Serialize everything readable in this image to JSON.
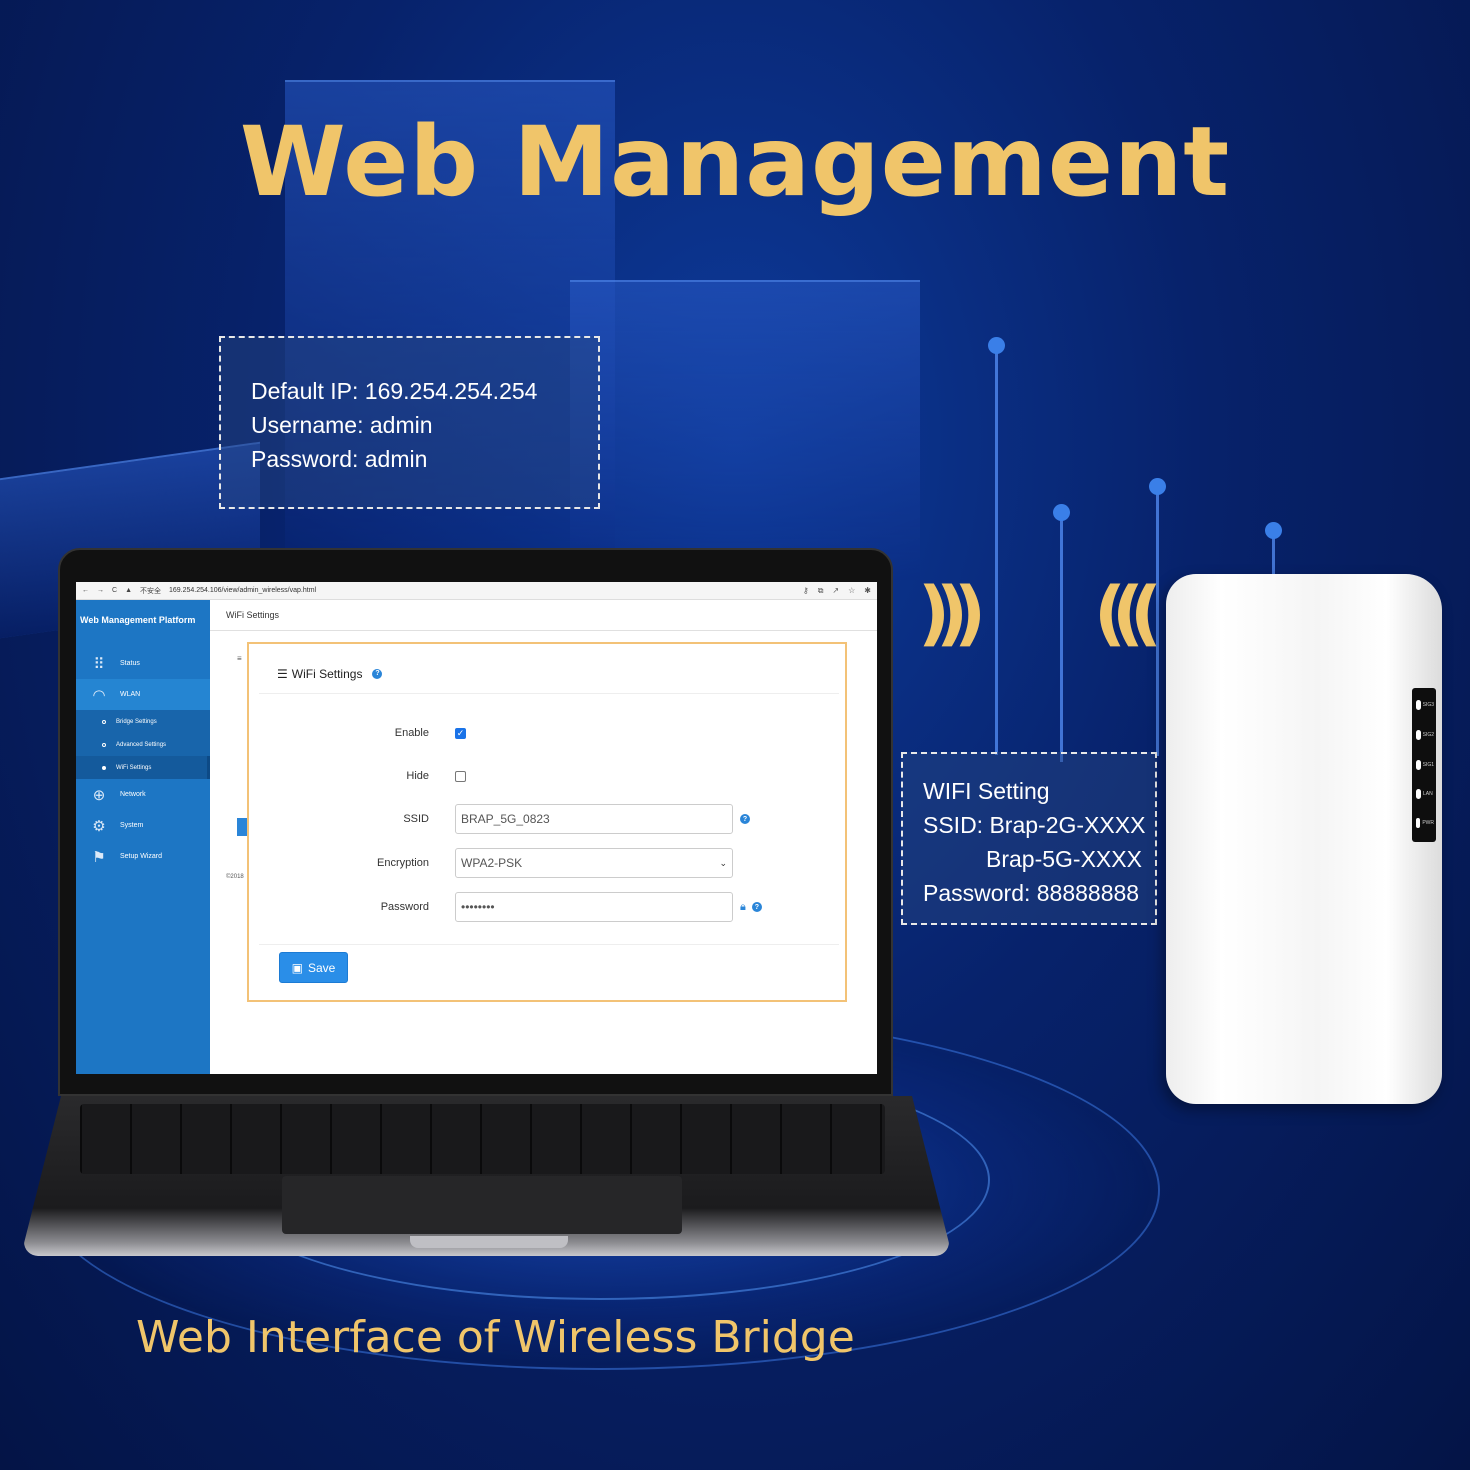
{
  "headline": "Web Management",
  "subline": "Web Interface of Wireless Bridge",
  "login_info": {
    "ip": "Default IP: 169.254.254.254",
    "username": "Username: admin",
    "password": "Password: admin"
  },
  "wifi_info": {
    "title": "WIFI Setting",
    "ssid_line1": "SSID: Brap-2G-XXXX",
    "ssid_line2": "Brap-5G-XXXX",
    "password": "Password: 88888888"
  },
  "browser": {
    "security": "不安全",
    "url": "169.254.254.106/view/admin_wireless/vap.html"
  },
  "sidebar": {
    "title": "Web Management Platform",
    "items": [
      {
        "label": "Status",
        "icon": "grid-icon"
      },
      {
        "label": "WLAN",
        "icon": "wifi-icon"
      },
      {
        "label": "Network",
        "icon": "globe-icon"
      },
      {
        "label": "System",
        "icon": "gear-icon"
      },
      {
        "label": "Setup Wizard",
        "icon": "signpost-icon"
      }
    ],
    "sub_items": [
      "Bridge Settings",
      "Advanced Settings",
      "WiFi Settings"
    ]
  },
  "page": {
    "breadcrumb": "WiFi Settings",
    "panel_title": "WiFi Settings",
    "copyright": "©2018"
  },
  "form": {
    "enable_label": "Enable",
    "enable_checked": true,
    "hide_label": "Hide",
    "hide_checked": false,
    "ssid_label": "SSID",
    "ssid_value": "BRAP_5G_0823",
    "encryption_label": "Encryption",
    "encryption_value": "WPA2-PSK",
    "password_label": "Password",
    "password_value": "••••••••",
    "save_label": "Save"
  },
  "device_leds": [
    "SIG3",
    "SIG2",
    "SIG1",
    "LAN",
    "PWR"
  ],
  "colors": {
    "gold": "#f0c56a",
    "sidebar_blue": "#1d76c4",
    "button_blue": "#2a8ee8",
    "panel_border": "#f3c277"
  }
}
